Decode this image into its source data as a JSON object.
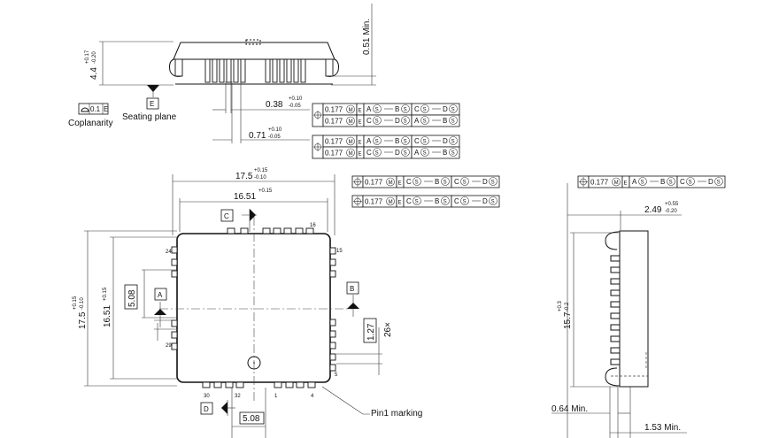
{
  "side_view": {
    "height_dim": "4.4",
    "height_tol_upper": "+0.17",
    "height_tol_lower": "-0.20",
    "min_standoff": "0.51 Min.",
    "coplanarity_value": "0.1",
    "coplanarity_datum": "E",
    "coplanarity_label": "Coplanarity",
    "datum_e": "E",
    "seating_plane_label": "Seating plane",
    "lead_width_1": "0.38",
    "lead_width_1_tol_upper": "+0.10",
    "lead_width_1_tol_lower": "-0.05",
    "lead_width_2": "0.71",
    "lead_width_2_tol_upper": "+0.10",
    "lead_width_2_tol_lower": "-0.05",
    "fcf_rows": [
      {
        "tol": "0.177",
        "mod": "M",
        "datum": "E",
        "ref1": [
          "A",
          "S",
          "B",
          "S"
        ],
        "ref2": [
          "C",
          "S",
          "D",
          "S"
        ]
      },
      {
        "tol": "0.177",
        "mod": "M",
        "datum": "E",
        "ref1": [
          "C",
          "S",
          "D",
          "S"
        ],
        "ref2": [
          "A",
          "S",
          "B",
          "S"
        ]
      },
      {
        "tol": "0.177",
        "mod": "M",
        "datum": "E",
        "ref1": [
          "A",
          "S",
          "B",
          "S"
        ],
        "ref2": [
          "C",
          "S",
          "D",
          "S"
        ]
      },
      {
        "tol": "0.177",
        "mod": "M",
        "datum": "E",
        "ref1": [
          "C",
          "S",
          "D",
          "S"
        ],
        "ref2": [
          "A",
          "S",
          "B",
          "S"
        ]
      }
    ]
  },
  "top_view": {
    "width_outer": "17.5",
    "width_outer_tol_upper": "+0.15",
    "width_outer_tol_lower": "-0.10",
    "width_body": "16.51",
    "width_body_tol": "+0.15",
    "height_outer": "17.5",
    "height_outer_tol_upper": "+0.15",
    "height_outer_tol_lower": "-0.10",
    "height_body": "16.51",
    "height_body_tol": "+0.15",
    "fcf_rows": [
      {
        "tol": "0.177",
        "mod": "M",
        "datum": "E",
        "ref1": [
          "C",
          "S",
          "B",
          "S"
        ],
        "ref2": [
          "C",
          "S",
          "D",
          "S"
        ]
      },
      {
        "tol": "0.177",
        "mod": "M",
        "datum": "E",
        "ref1": [
          "C",
          "S",
          "B",
          "S"
        ],
        "ref2": [
          "C",
          "S",
          "D",
          "S"
        ]
      }
    ],
    "datum_a": "A",
    "datum_b": "B",
    "datum_c": "C",
    "datum_d": "D",
    "pitch_left": "5.08",
    "pitch_bottom": "5.08",
    "pitch_right": "1.27",
    "pitch_count": "26×",
    "pin_labels": [
      "24",
      "16",
      "15",
      "29",
      "30",
      "32",
      "1",
      "4",
      "5"
    ],
    "pin1_label": "Pin1 marking"
  },
  "right_view": {
    "fcf": {
      "tol": "0.177",
      "mod": "M",
      "datum": "E",
      "ref1": [
        "A",
        "S",
        "B",
        "S"
      ],
      "ref2": [
        "C",
        "S",
        "D",
        "S"
      ]
    },
    "lead_span": "2.49",
    "lead_span_tol_upper": "+0.55",
    "lead_span_tol_lower": "-0.20",
    "height": "15.7",
    "height_tol_upper": "+0.3",
    "height_tol_lower": "-0.2",
    "min_lead": "0.64 Min.",
    "min_body": "1.53 Min."
  }
}
